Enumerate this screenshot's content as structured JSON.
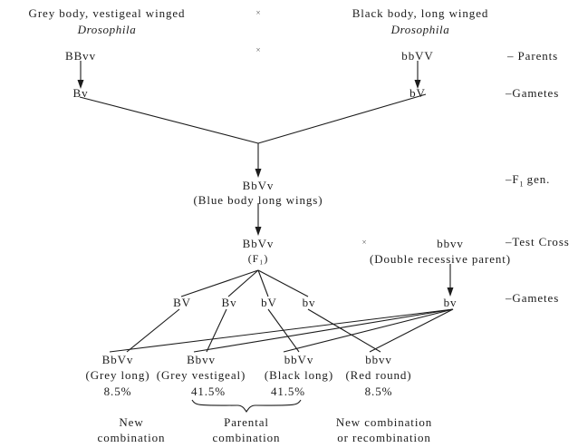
{
  "diagram": {
    "title": "Drosophila test cross linkage diagram",
    "parents": {
      "left": {
        "description": "Grey body, vestigeal winged",
        "species": "Drosophila",
        "genotype": "BBvv",
        "gamete": "Bv"
      },
      "right": {
        "description": "Black body, long winged",
        "species": "Drosophila",
        "genotype": "bbVV",
        "gamete": "bV"
      },
      "cross_symbol": "×"
    },
    "f1": {
      "genotype": "BbVv",
      "phenotype": "(Blue body long wings)",
      "label": "(F₁)"
    },
    "testcross": {
      "f1_genotype": "BbVv",
      "f1_sub": "(F₁)",
      "cross_symbol": "×",
      "tester_genotype": "bbvv",
      "tester_note": "(Double recessive parent)",
      "tester_gamete": "bv"
    },
    "f1_gametes": [
      "BV",
      "Bv",
      "bV",
      "bv"
    ],
    "offspring": [
      {
        "genotype": "BbVv",
        "phenotype": "(Grey long)",
        "percent": "8.5%",
        "group": "New combination"
      },
      {
        "genotype": "Bbvv",
        "phenotype": "(Grey vestigeal)",
        "percent": "41.5%",
        "group": "Parental combination"
      },
      {
        "genotype": "bbVv",
        "phenotype": "(Black long)",
        "percent": "41.5%",
        "group": "Parental combination"
      },
      {
        "genotype": "bbvv",
        "phenotype": "(Red round)",
        "percent": "8.5%",
        "group": "New combination or recombination"
      }
    ],
    "groups": [
      {
        "line1": "New",
        "line2": "combination"
      },
      {
        "line1": "Parental",
        "line2": "combination"
      },
      {
        "line1": "New combination",
        "line2": "or recombination"
      }
    ],
    "right_labels": {
      "parents": "– Parents",
      "gametes": "–Gametes",
      "f1_gen_prefix": "–F",
      "f1_gen_sub": "1",
      "f1_gen_suffix": " gen.",
      "test_cross": "–Test Cross",
      "gametes2": "–Gametes"
    },
    "colors": {
      "ink": "#1c1c1c",
      "background": "#ffffff",
      "cross_mark": "#555555"
    }
  }
}
